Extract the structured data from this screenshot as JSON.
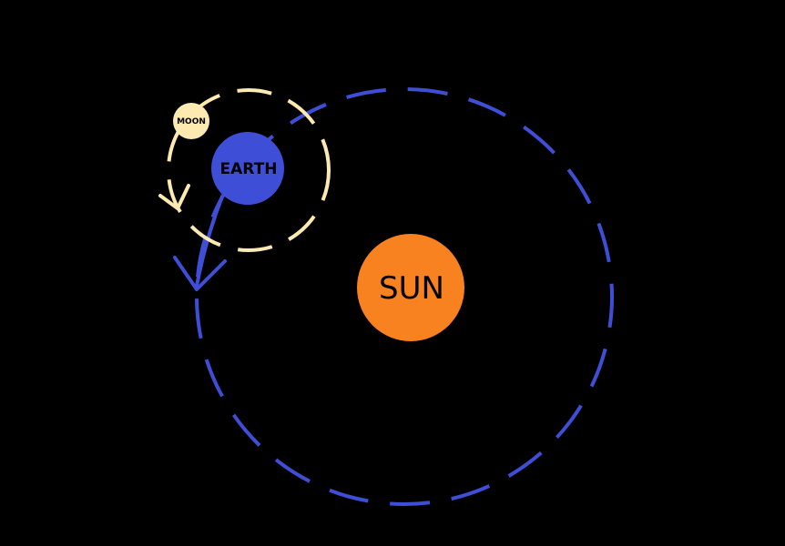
{
  "diagram": {
    "background": "#000000",
    "sun": {
      "label": "SUN",
      "fill": "#F7821F",
      "text_color": "#000000"
    },
    "earth": {
      "label": "EARTH",
      "fill": "#3F4ED6",
      "text_color": "#000000"
    },
    "moon": {
      "label": "MOON",
      "fill": "#FCEAB1",
      "text_color": "#000000"
    },
    "earth_orbit": {
      "stroke": "#3F4ED6",
      "style": "dashed",
      "direction": "counterclockwise"
    },
    "moon_orbit": {
      "stroke": "#FCEAB1",
      "style": "dashed",
      "direction": "counterclockwise"
    }
  }
}
